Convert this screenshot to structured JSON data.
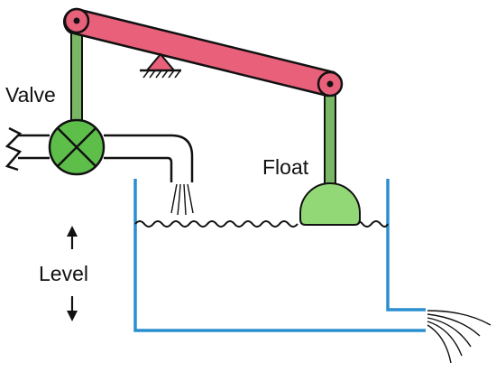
{
  "labels": {
    "valve": "Valve",
    "float": "Float",
    "level": "Level"
  },
  "colors": {
    "lever": "#e8607a",
    "valve_body": "#5dbf4a",
    "float_body": "#92d876",
    "rod": "#78b864",
    "tank": "#2a8fd0",
    "outline": "#111111"
  }
}
